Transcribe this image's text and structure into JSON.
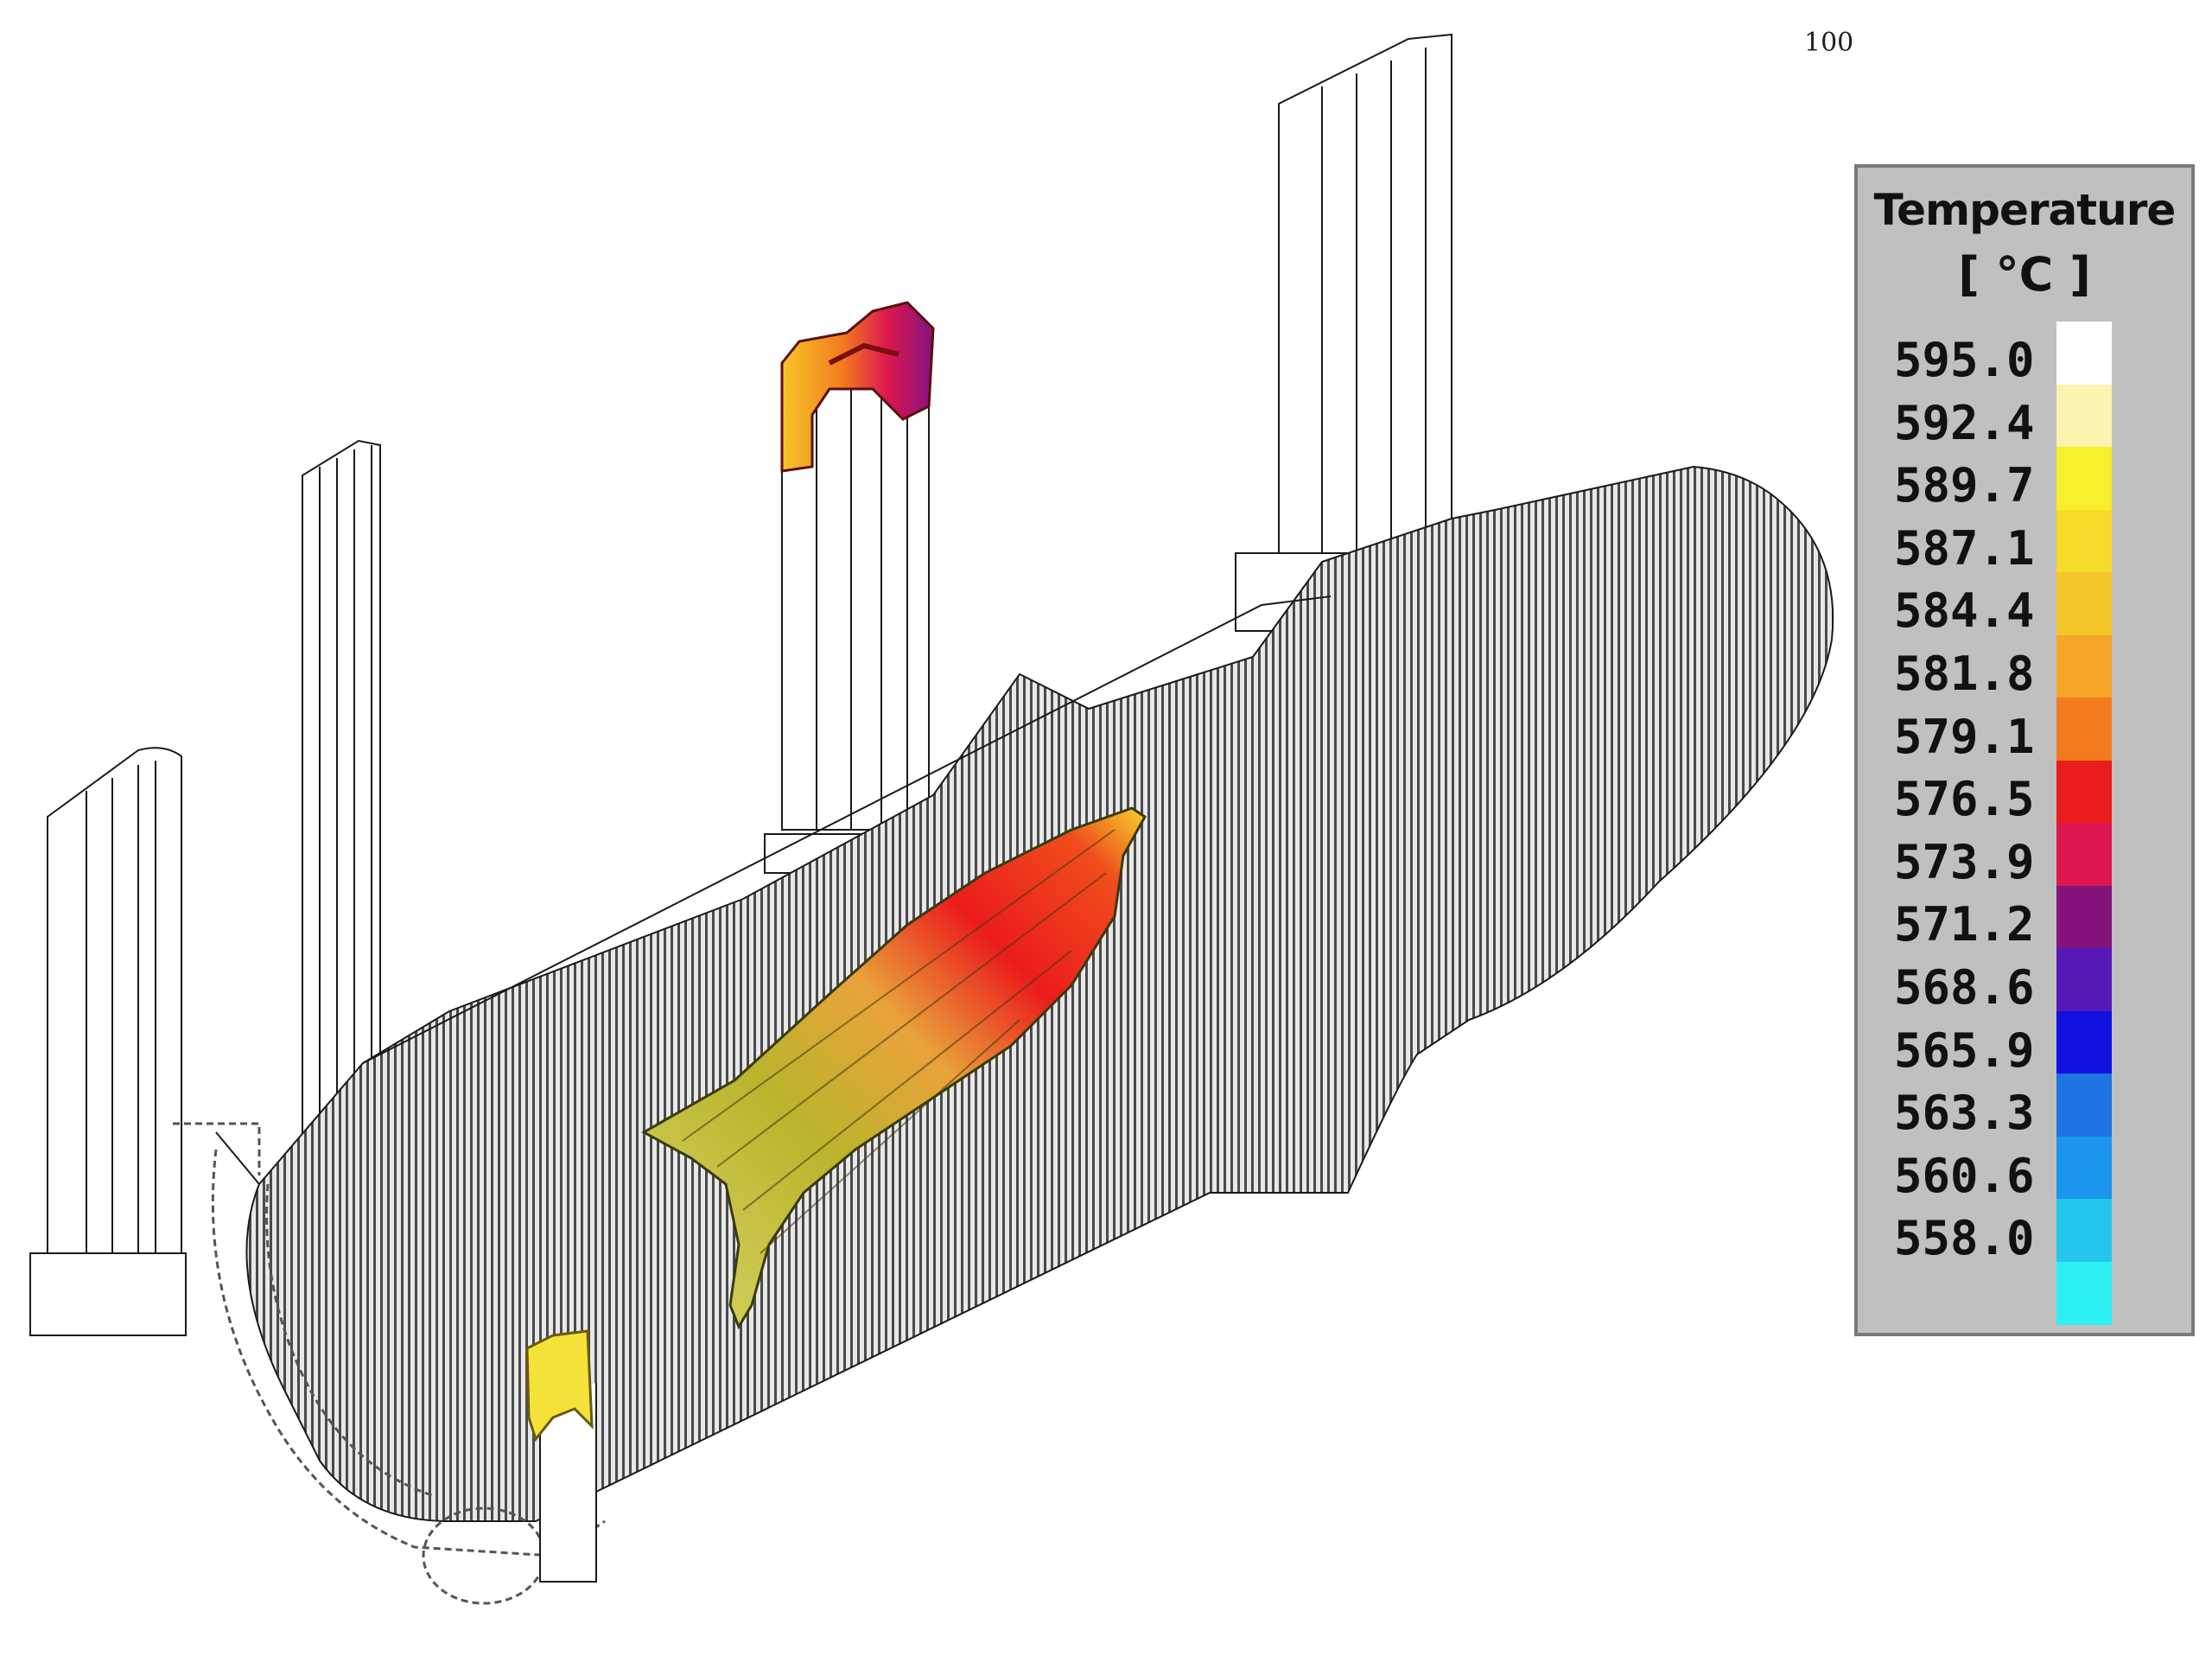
{
  "page_number": "100",
  "legend": {
    "title": "Temperature",
    "unit": "[ °C ]",
    "labels": [
      "595.0",
      "592.4",
      "589.7",
      "587.1",
      "584.4",
      "581.8",
      "579.1",
      "576.5",
      "573.9",
      "571.2",
      "568.6",
      "565.9",
      "563.3",
      "560.6",
      "558.0"
    ],
    "colors": [
      "#ffffff",
      "#fbf3b0",
      "#f7ee2c",
      "#f7db2b",
      "#f6c52a",
      "#f5a527",
      "#f27c1d",
      "#ea1c1c",
      "#dc1650",
      "#84147c",
      "#5718b8",
      "#1010e0",
      "#1e74e2",
      "#1c95ec",
      "#24c6ee",
      "#2ef0f4"
    ]
  },
  "scene": {
    "colors": {
      "outline": "#1a1a1a",
      "hatch": "#3a3a3a",
      "hot": "#ea1c1c",
      "warm": "#f5a527",
      "cool": "#c9c13a"
    }
  }
}
